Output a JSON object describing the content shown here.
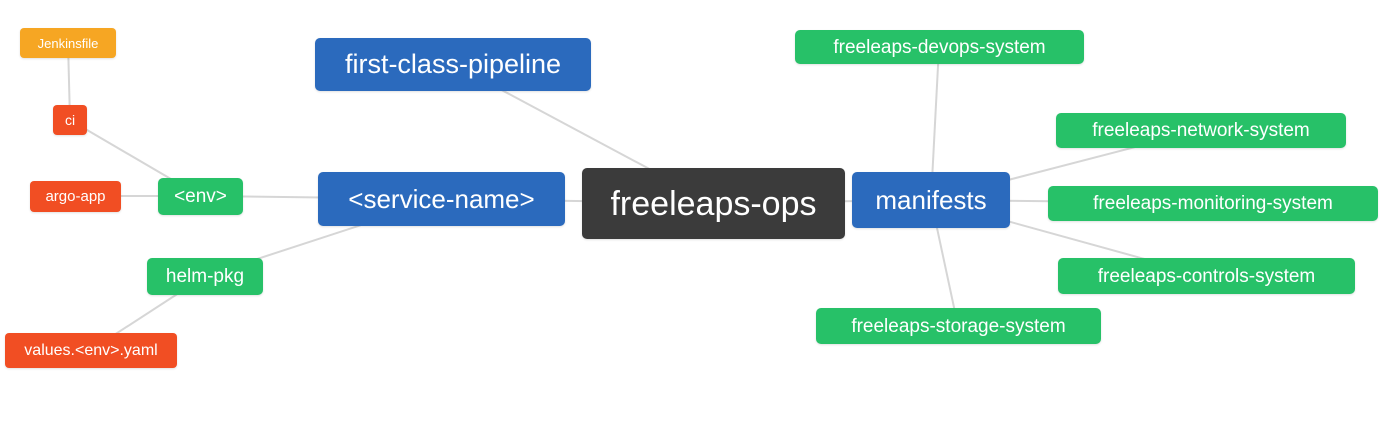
{
  "diagram": {
    "type": "mindmap",
    "colors": {
      "root": "#3b3b3b",
      "primary": "#2b6abd",
      "green": "#27c168",
      "red": "#f14e23",
      "orange": "#f6a623",
      "edge": "#d6d6d6",
      "text": "#ffffff"
    },
    "nodes": {
      "root": {
        "label": "freeleaps-ops"
      },
      "first_class_pipeline": {
        "label": "first-class-pipeline"
      },
      "service_name": {
        "label": "<service-name>"
      },
      "manifests": {
        "label": "manifests"
      },
      "env": {
        "label": "<env>"
      },
      "helm_pkg": {
        "label": "helm-pkg"
      },
      "ci": {
        "label": "ci"
      },
      "argo_app": {
        "label": "argo-app"
      },
      "jenkinsfile": {
        "label": "Jenkinsfile"
      },
      "values_env_yaml": {
        "label": "values.<env>.yaml"
      },
      "devops_system": {
        "label": "freeleaps-devops-system"
      },
      "network_system": {
        "label": "freeleaps-network-system"
      },
      "monitoring_system": {
        "label": "freeleaps-monitoring-system"
      },
      "controls_system": {
        "label": "freeleaps-controls-system"
      },
      "storage_system": {
        "label": "freeleaps-storage-system"
      }
    },
    "edges": [
      {
        "from": "jenkinsfile",
        "to": "ci"
      },
      {
        "from": "ci",
        "to": "env"
      },
      {
        "from": "argo_app",
        "to": "env"
      },
      {
        "from": "env",
        "to": "service_name"
      },
      {
        "from": "helm_pkg",
        "to": "service_name"
      },
      {
        "from": "values_env_yaml",
        "to": "helm_pkg"
      },
      {
        "from": "first_class_pipeline",
        "to": "root"
      },
      {
        "from": "service_name",
        "to": "root"
      },
      {
        "from": "root",
        "to": "manifests"
      },
      {
        "from": "manifests",
        "to": "devops_system"
      },
      {
        "from": "manifests",
        "to": "network_system"
      },
      {
        "from": "manifests",
        "to": "monitoring_system"
      },
      {
        "from": "manifests",
        "to": "controls_system"
      },
      {
        "from": "manifests",
        "to": "storage_system"
      }
    ]
  }
}
